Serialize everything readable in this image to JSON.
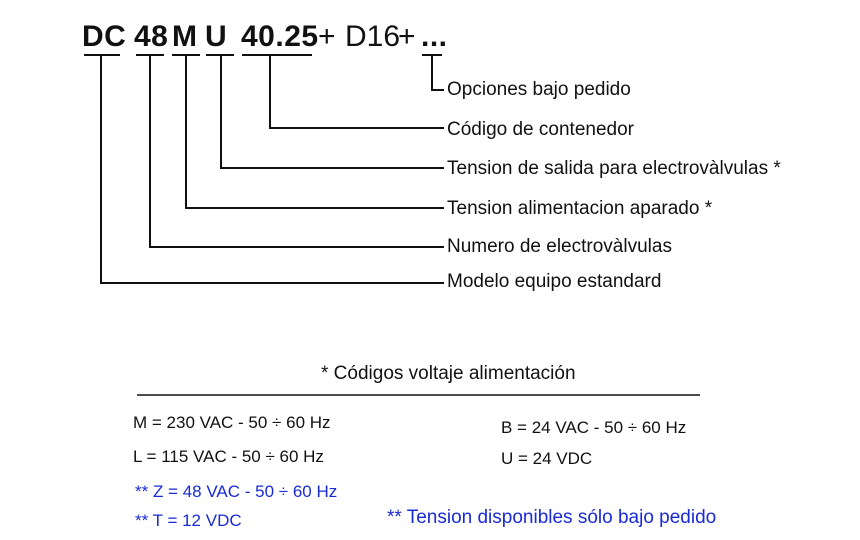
{
  "code": {
    "parts": [
      "DC",
      "48",
      "M",
      "U",
      "40.25"
    ],
    "plus1": "+",
    "extra": "D16",
    "plus2": "+",
    "ellipsis": "..."
  },
  "labels": {
    "options": "Opciones bajo pedido",
    "container": "Código de contenedor",
    "output_voltage": "Tension de salida para electrovàlvulas *",
    "supply_voltage": "Tension alimentacion aparado *",
    "valve_count": "Numero de electrovàlvulas",
    "model": "Modelo equipo estandard"
  },
  "voltage_codes": {
    "title": "* Códigos voltaje alimentación",
    "left": [
      "M = 230 VAC - 50 ÷ 60 Hz",
      "L = 115 VAC - 50 ÷ 60 Hz"
    ],
    "right": [
      "B = 24 VAC - 50 ÷ 60 Hz",
      "U = 24 VDC"
    ],
    "on_request": [
      "** Z = 48 VAC - 50 ÷ 60 Hz",
      "** T = 12 VDC"
    ],
    "on_request_note": "** Tension disponibles sólo bajo pedido"
  },
  "colors": {
    "text": "#111111",
    "on_request": "#1a2ad6"
  }
}
